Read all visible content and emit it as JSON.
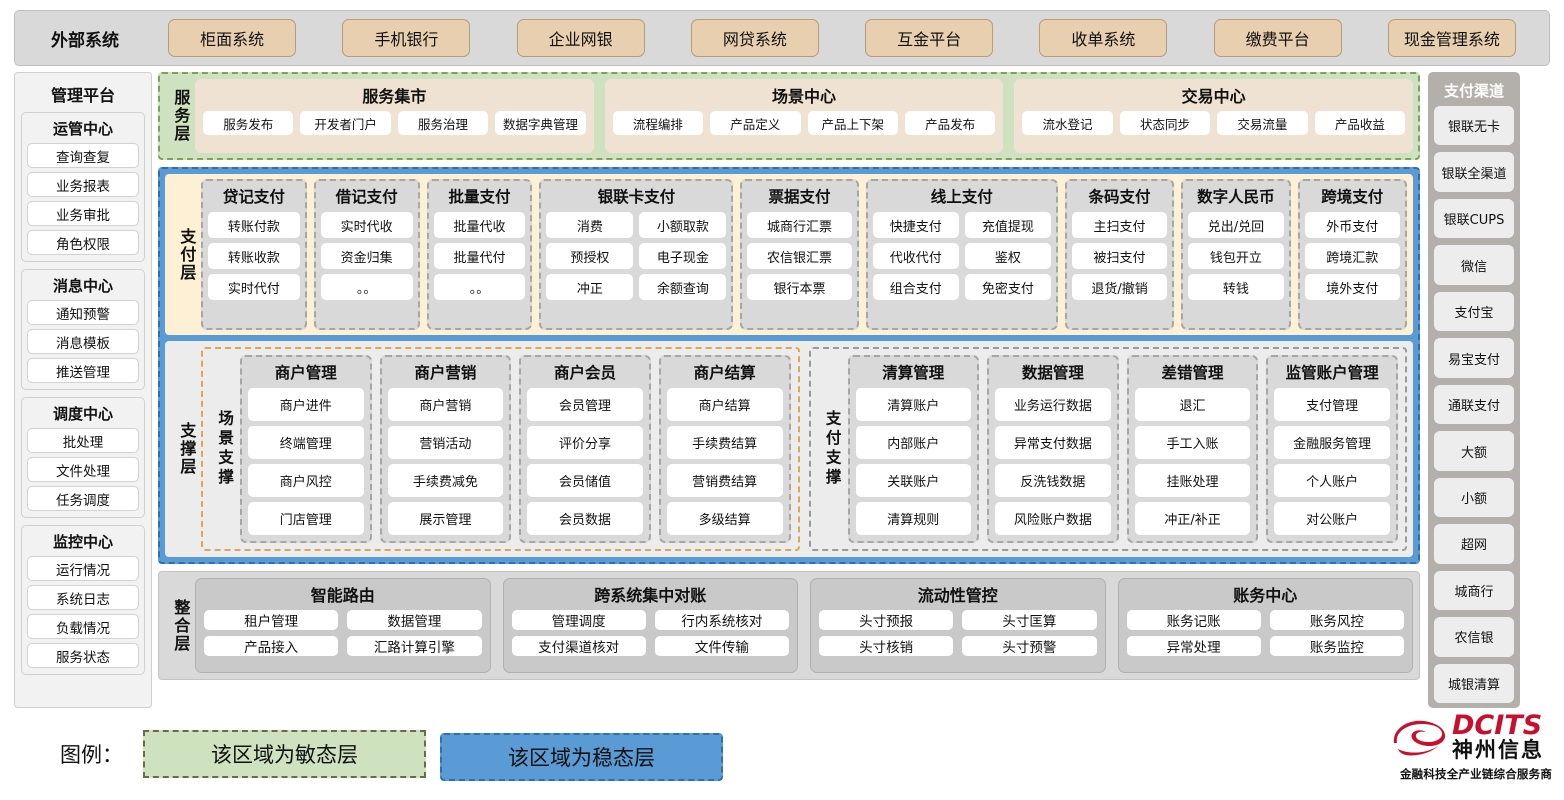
{
  "external": {
    "title": "外部系统",
    "items": [
      "柜面系统",
      "手机银行",
      "企业网银",
      "网贷系统",
      "互金平台",
      "收单系统",
      "缴费平台",
      "现金管理系统"
    ]
  },
  "management": {
    "title": "管理平台",
    "groups": [
      {
        "title": "运管中心",
        "items": [
          "查询查复",
          "业务报表",
          "业务审批",
          "角色权限"
        ]
      },
      {
        "title": "消息中心",
        "items": [
          "通知预警",
          "消息模板",
          "推送管理"
        ]
      },
      {
        "title": "调度中心",
        "items": [
          "批处理",
          "文件处理",
          "任务调度"
        ]
      },
      {
        "title": "监控中心",
        "items": [
          "运行情况",
          "系统日志",
          "负载情况",
          "服务状态"
        ]
      }
    ]
  },
  "service_layer": {
    "label": "服务层",
    "boxes": [
      {
        "title": "服务集市",
        "items": [
          "服务发布",
          "开发者门户",
          "服务治理",
          "数据字典管理"
        ]
      },
      {
        "title": "场景中心",
        "items": [
          "流程编排",
          "产品定义",
          "产品上下架",
          "产品发布"
        ]
      },
      {
        "title": "交易中心",
        "items": [
          "流水登记",
          "状态同步",
          "交易流量",
          "产品收益"
        ]
      }
    ]
  },
  "payment_layer": {
    "label": "支付层",
    "groups": [
      {
        "title": "贷记支付",
        "cols": 1,
        "rows": [
          [
            "转账付款"
          ],
          [
            "转账收款"
          ],
          [
            "实时代付"
          ]
        ]
      },
      {
        "title": "借记支付",
        "cols": 1,
        "rows": [
          [
            "实时代收"
          ],
          [
            "资金归集"
          ],
          [
            "。。"
          ]
        ]
      },
      {
        "title": "批量支付",
        "cols": 1,
        "rows": [
          [
            "批量代收"
          ],
          [
            "批量代付"
          ],
          [
            "。。"
          ]
        ]
      },
      {
        "title": "银联卡支付",
        "cols": 2,
        "rows": [
          [
            "消费",
            "小额取款"
          ],
          [
            "预授权",
            "电子现金"
          ],
          [
            "冲正",
            "余额查询"
          ]
        ]
      },
      {
        "title": "票据支付",
        "cols": 1,
        "rows": [
          [
            "城商行汇票"
          ],
          [
            "农信银汇票"
          ],
          [
            "银行本票"
          ]
        ]
      },
      {
        "title": "线上支付",
        "cols": 2,
        "rows": [
          [
            "快捷支付",
            "充值提现"
          ],
          [
            "代收代付",
            "鉴权"
          ],
          [
            "组合支付",
            "免密支付"
          ]
        ]
      },
      {
        "title": "条码支付",
        "cols": 1,
        "rows": [
          [
            "主扫支付"
          ],
          [
            "被扫支付"
          ],
          [
            "退货/撤销"
          ]
        ]
      },
      {
        "title": "数字人民币",
        "cols": 1,
        "rows": [
          [
            "兑出/兑回"
          ],
          [
            "钱包开立"
          ],
          [
            "转钱"
          ]
        ]
      },
      {
        "title": "跨境支付",
        "cols": 1,
        "rows": [
          [
            "外币支付"
          ],
          [
            "跨境汇款"
          ],
          [
            "境外支付"
          ]
        ]
      }
    ]
  },
  "support_layer": {
    "label": "支撑层",
    "halves": [
      {
        "sublabel": "场景支撑",
        "groups": [
          {
            "title": "商户管理",
            "items": [
              "商户进件",
              "终端管理",
              "商户风控",
              "门店管理"
            ]
          },
          {
            "title": "商户营销",
            "items": [
              "商户营销",
              "营销活动",
              "手续费减免",
              "展示管理"
            ]
          },
          {
            "title": "商户会员",
            "items": [
              "会员管理",
              "评价分享",
              "会员储值",
              "会员数据"
            ]
          },
          {
            "title": "商户结算",
            "items": [
              "商户结算",
              "手续费结算",
              "营销费结算",
              "多级结算"
            ]
          }
        ]
      },
      {
        "sublabel": "支付支撑",
        "groups": [
          {
            "title": "清算管理",
            "items": [
              "清算账户",
              "内部账户",
              "关联账户",
              "清算规则"
            ]
          },
          {
            "title": "数据管理",
            "items": [
              "业务运行数据",
              "异常支付数据",
              "反洗钱数据",
              "风险账户数据"
            ]
          },
          {
            "title": "差错管理",
            "items": [
              "退汇",
              "手工入账",
              "挂账处理",
              "冲正/补正"
            ]
          },
          {
            "title": "监管账户管理",
            "items": [
              "支付管理",
              "金融服务管理",
              "个人账户",
              "对公账户"
            ]
          }
        ]
      }
    ]
  },
  "integration_layer": {
    "label": "整合层",
    "groups": [
      {
        "title": "智能路由",
        "rows": [
          [
            "租户管理",
            "数据管理"
          ],
          [
            "产品接入",
            "汇路计算引擎"
          ]
        ]
      },
      {
        "title": "跨系统集中对账",
        "rows": [
          [
            "管理调度",
            "行内系统核对"
          ],
          [
            "支付渠道核对",
            "文件传输"
          ]
        ]
      },
      {
        "title": "流动性管控",
        "rows": [
          [
            "头寸预报",
            "头寸匡算"
          ],
          [
            "头寸核销",
            "头寸预警"
          ]
        ]
      },
      {
        "title": "账务中心",
        "rows": [
          [
            "账务记账",
            "账务风控"
          ],
          [
            "异常处理",
            "账务监控"
          ]
        ]
      }
    ]
  },
  "channels": {
    "title": "支付渠道",
    "items": [
      "银联无卡",
      "银联全渠道",
      "银联CUPS",
      "微信",
      "支付宝",
      "易宝支付",
      "通联支付",
      "大额",
      "小额",
      "超网",
      "城商行",
      "农信银",
      "城银清算"
    ]
  },
  "legend": {
    "label": "图例：",
    "agile": "该区域为敏态层",
    "stable": "该区域为稳态层"
  },
  "logo": {
    "brand_en": "DCITS",
    "brand_cn": "神州信息",
    "tagline": "金融科技全产业链综合服务商"
  },
  "colors": {
    "agile_green": "#cfe2c0",
    "stable_blue": "#5b9bd5",
    "pay_cream": "#fdf0d5",
    "external_chip": "#e8cfaf",
    "group_gray": "#d9d9d9",
    "channel_gray": "#b3b0ab",
    "scene_dash": "#e0a458",
    "brand_red": "#c8102e"
  }
}
